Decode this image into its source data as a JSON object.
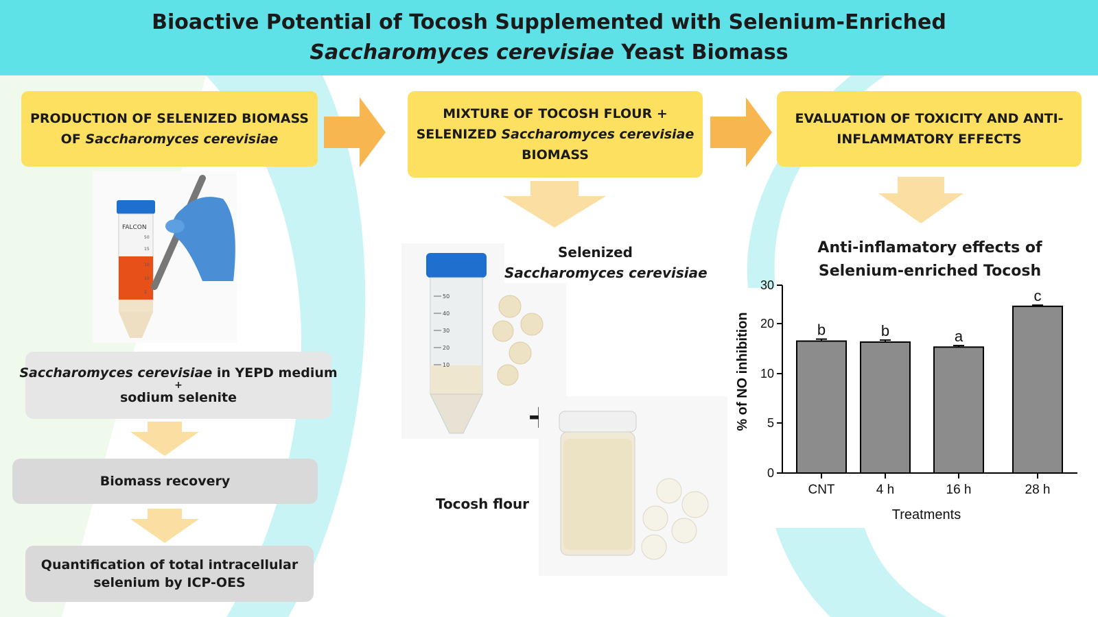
{
  "header": {
    "title_line1": "Bioactive Potential of Tocosh Supplemented with Selenium-Enriched",
    "title_line2_italic": "Saccharomyces cerevisiae",
    "title_line2_rest": " Yeast Biomass"
  },
  "steps": {
    "step1": {
      "line1": "PRODUCTION OF SELENIZED BIOMASS",
      "line2_pre": "OF ",
      "line2_italic": "Saccharomyces cerevisiae"
    },
    "step2": {
      "line1": "MIXTURE OF TOCOSH FLOUR +",
      "line2_pre": "SELENIZED ",
      "line2_italic": "Saccharomyces cerevisiae",
      "line3": "BIOMASS"
    },
    "step3": {
      "line1": "EVALUATION OF TOXICITY AND ANTI-",
      "line2": "INFLAMMATORY EFFECTS"
    }
  },
  "left_flow": {
    "medium_italic": "Saccharomyces cerevisiae",
    "medium_rest": " in YEPD medium",
    "plus": "+",
    "selenite": "sodium selenite",
    "recovery": "Biomass recovery",
    "quant_line1": "Quantification of total intracellular",
    "quant_line2": "selenium by ICP-OES"
  },
  "tube_photo": {
    "brand": "FALCON",
    "marks": [
      "50",
      "15",
      "10",
      "10",
      "5"
    ]
  },
  "middle": {
    "selenized_label": "Selenized",
    "selenized_italic": "Saccharomyces cerevisiae",
    "plus": "+",
    "flour_label": "Tocosh flour",
    "tube_marks": [
      "50",
      "40",
      "30",
      "20",
      "10"
    ]
  },
  "chart_title": {
    "line1": "Anti-inflamatory effects of",
    "line2": "Selenium-enriched Tocosh"
  },
  "chart_data": {
    "type": "bar",
    "categories": [
      "CNT",
      "4 h",
      "16 h",
      "28 h"
    ],
    "values": [
      16.5,
      16.3,
      15.3,
      24.5
    ],
    "errors": [
      0.4,
      0.4,
      0.3,
      0.3
    ],
    "significance_letters": [
      "b",
      "b",
      "a",
      "c"
    ],
    "xlabel": "Treatments",
    "ylabel": "% of NO inhibition",
    "yticks": [
      0,
      5,
      10,
      20,
      30
    ],
    "ylim": [
      0,
      30
    ],
    "bar_color": "#8c8c8c"
  },
  "colors": {
    "banner": "#5fe1e8",
    "step_box": "#fde05f",
    "flow_box": "#e6e6e6",
    "arrow_right": "#f8b650",
    "arrow_down": "#fbdfa2",
    "background_arc": "#c9f4f6"
  }
}
